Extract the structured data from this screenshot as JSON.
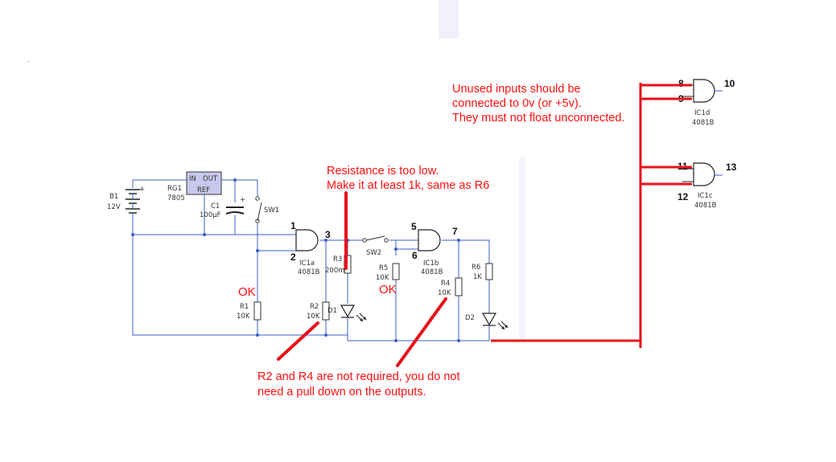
{
  "battery": {
    "ref": "B1",
    "value": "12V",
    "plus": "+"
  },
  "regulator": {
    "ref": "RG1",
    "part": "7805",
    "pin_in": "IN",
    "pin_out": "OUT",
    "pin_ref": "REF"
  },
  "c1": {
    "ref": "C1",
    "value": "100μF",
    "plus": "+"
  },
  "sw1": {
    "ref": "SW1"
  },
  "sw2": {
    "ref": "SW2"
  },
  "r1": {
    "ref": "R1",
    "value": "10K"
  },
  "r2": {
    "ref": "R2",
    "value": "10K"
  },
  "r3": {
    "ref": "R3",
    "value": "200m"
  },
  "r4": {
    "ref": "R4",
    "value": "10K"
  },
  "r5": {
    "ref": "R5",
    "value": "10K"
  },
  "r6": {
    "ref": "R6",
    "value": "1K"
  },
  "d1": {
    "ref": "D1"
  },
  "d2": {
    "ref": "D2"
  },
  "ic1a": {
    "ref": "IC1a",
    "part": "4081B",
    "pin_in1": "1",
    "pin_in2": "2",
    "pin_out": "3"
  },
  "ic1b": {
    "ref": "IC1b",
    "part": "4081B",
    "pin_in1": "5",
    "pin_in2": "6",
    "pin_out": "7"
  },
  "ic1c": {
    "ref": "IC1c",
    "part": "4081B",
    "pin_in1": "11",
    "pin_in2": "12",
    "pin_out": "13"
  },
  "ic1d": {
    "ref": "IC1d",
    "part": "4081B",
    "pin_in1": "8",
    "pin_in2": "9",
    "pin_out": "10"
  },
  "notes": {
    "unused_1": "Unused inputs should be",
    "unused_2": "connected to 0v (or +5v).",
    "unused_3": "They must not float unconnected.",
    "resistance_1": "Resistance is too low.",
    "resistance_2": "Make it at least 1k, same as R6",
    "pulldown_1": "R2 and R4 are not required, you do not",
    "pulldown_2": "need a pull down on the outputs.",
    "ok_r1": "OK",
    "ok_r5": "OK"
  },
  "colors": {
    "wire": "#3b5fc8",
    "annotation": "#e8101a",
    "regulator_fill": "#c8c8ec"
  }
}
